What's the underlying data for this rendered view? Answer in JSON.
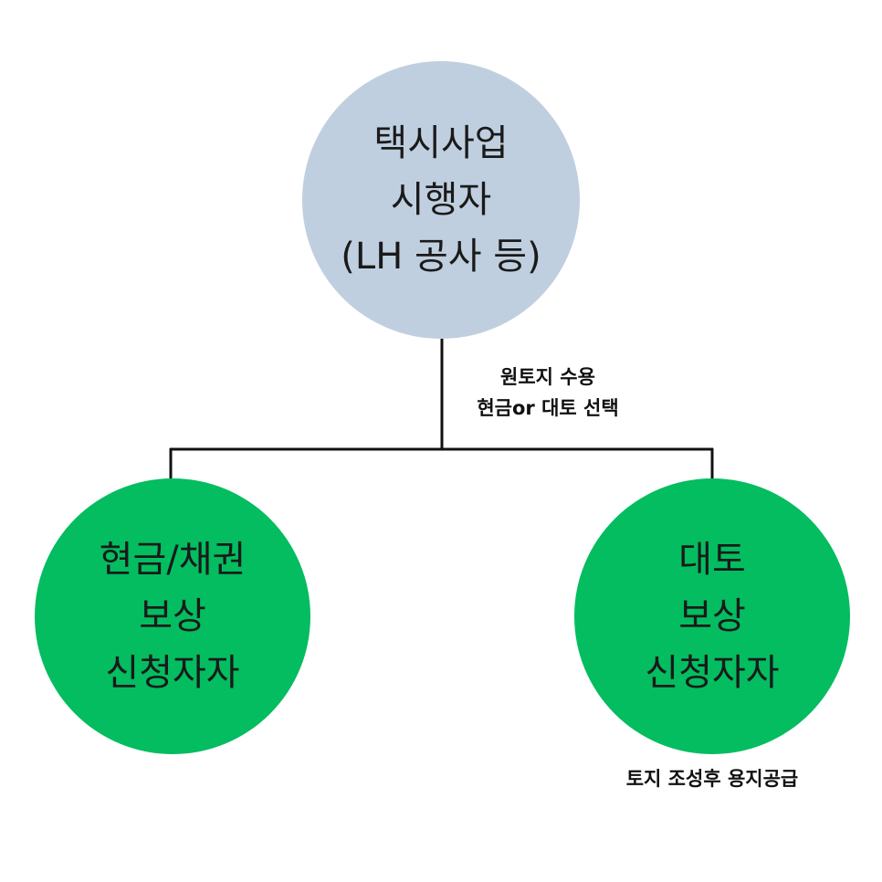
{
  "top_node": {
    "lines": [
      "택시사업",
      "시행자",
      "(LH 공사 등)"
    ]
  },
  "edge_label": {
    "lines": [
      "원토지 수용",
      "현금or 대토 선택"
    ]
  },
  "left_node": {
    "lines": [
      "현금/채권",
      "보상",
      "신청자자"
    ]
  },
  "right_node": {
    "lines": [
      "대토",
      "보상",
      "신청자자"
    ]
  },
  "right_note": "토지 조성후 용지공급",
  "colors": {
    "top_node_fill": "#bfcfdf",
    "child_node_fill": "#03bd60",
    "connector": "#111111"
  }
}
